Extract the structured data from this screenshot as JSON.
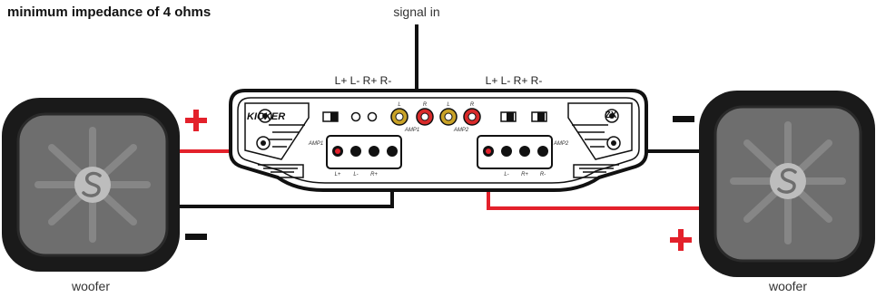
{
  "title": "minimum impedance of 4 ohms",
  "signal_label": "signal in",
  "terminal_labels_left": "L+ L- R+ R-",
  "terminal_labels_right": "L+ L- R+ R-",
  "amp": {
    "brand": "KICKER",
    "model": "ZX",
    "rca_l": "L",
    "rca_r": "R",
    "amp1": "AMP1",
    "amp2": "AMP2",
    "term_lplus": "L+",
    "term_lminus": "L-",
    "term_rplus": "R+",
    "term_rminus": "R-"
  },
  "woofer_left": {
    "label": "woofer",
    "plus": "+",
    "minus": "−"
  },
  "woofer_right": {
    "label": "woofer",
    "plus": "+",
    "minus": "−"
  },
  "colors": {
    "positive_wire": "#e3212b",
    "negative_wire": "#111111",
    "woofer_frame": "#1a1a1a",
    "woofer_cone": "#6e6e6e",
    "rca_red": "#d92a2a",
    "rca_gold": "#c9a227"
  }
}
